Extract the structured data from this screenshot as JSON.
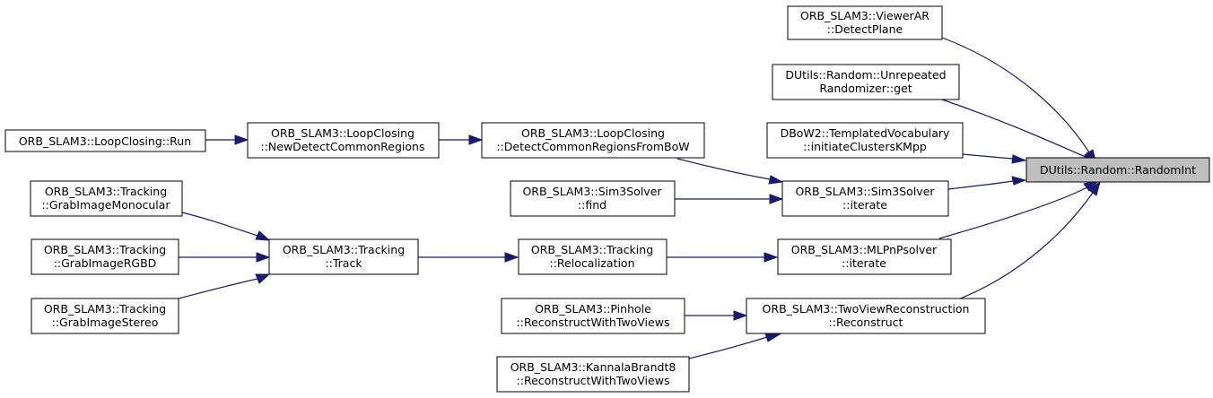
{
  "graph": {
    "nodes": {
      "random_int": {
        "lines": [
          "DUtils::Random::RandomInt"
        ]
      },
      "viewer_ar": {
        "lines": [
          "ORB_SLAM3::ViewerAR",
          "::DetectPlane"
        ]
      },
      "unrepeated_get": {
        "lines": [
          "DUtils::Random::Unrepeated",
          "Randomizer::get"
        ]
      },
      "templated_vocab": {
        "lines": [
          "DBoW2::TemplatedVocabulary",
          "::initiateClustersKMpp"
        ]
      },
      "sim3_iterate": {
        "lines": [
          "ORB_SLAM3::Sim3Solver",
          "::iterate"
        ]
      },
      "mlpnp_iterate": {
        "lines": [
          "ORB_SLAM3::MLPnPsolver",
          "::iterate"
        ]
      },
      "twoview_reconstruct": {
        "lines": [
          "ORB_SLAM3::TwoViewReconstruction",
          "::Reconstruct"
        ]
      },
      "detect_common_bow": {
        "lines": [
          "ORB_SLAM3::LoopClosing",
          "::DetectCommonRegionsFromBoW"
        ]
      },
      "sim3_find": {
        "lines": [
          "ORB_SLAM3::Sim3Solver",
          "::find"
        ]
      },
      "relocalization": {
        "lines": [
          "ORB_SLAM3::Tracking",
          "::Relocalization"
        ]
      },
      "pinhole_reconstruct": {
        "lines": [
          "ORB_SLAM3::Pinhole",
          "::ReconstructWithTwoViews"
        ]
      },
      "kannala_reconstruct": {
        "lines": [
          "ORB_SLAM3::KannalaBrandt8",
          "::ReconstructWithTwoViews"
        ]
      },
      "new_detect_common": {
        "lines": [
          "ORB_SLAM3::LoopClosing",
          "::NewDetectCommonRegions"
        ]
      },
      "tracking_track": {
        "lines": [
          "ORB_SLAM3::Tracking",
          "::Track"
        ]
      },
      "loopclosing_run": {
        "lines": [
          "ORB_SLAM3::LoopClosing::Run"
        ]
      },
      "grab_mono": {
        "lines": [
          "ORB_SLAM3::Tracking",
          "::GrabImageMonocular"
        ]
      },
      "grab_rgbd": {
        "lines": [
          "ORB_SLAM3::Tracking",
          "::GrabImageRGBD"
        ]
      },
      "grab_stereo": {
        "lines": [
          "ORB_SLAM3::Tracking",
          "::GrabImageStereo"
        ]
      }
    },
    "edges": [
      {
        "from": "viewer_ar",
        "to": "random_int"
      },
      {
        "from": "unrepeated_get",
        "to": "random_int"
      },
      {
        "from": "templated_vocab",
        "to": "random_int"
      },
      {
        "from": "sim3_iterate",
        "to": "random_int"
      },
      {
        "from": "mlpnp_iterate",
        "to": "random_int"
      },
      {
        "from": "twoview_reconstruct",
        "to": "random_int"
      },
      {
        "from": "detect_common_bow",
        "to": "sim3_iterate"
      },
      {
        "from": "sim3_find",
        "to": "sim3_iterate"
      },
      {
        "from": "relocalization",
        "to": "mlpnp_iterate"
      },
      {
        "from": "pinhole_reconstruct",
        "to": "twoview_reconstruct"
      },
      {
        "from": "kannala_reconstruct",
        "to": "twoview_reconstruct"
      },
      {
        "from": "new_detect_common",
        "to": "detect_common_bow"
      },
      {
        "from": "tracking_track",
        "to": "relocalization"
      },
      {
        "from": "loopclosing_run",
        "to": "new_detect_common"
      },
      {
        "from": "grab_mono",
        "to": "tracking_track"
      },
      {
        "from": "grab_rgbd",
        "to": "tracking_track"
      },
      {
        "from": "grab_stereo",
        "to": "tracking_track"
      }
    ],
    "colors": {
      "edge": "#191970",
      "target_fill": "#bfbfbf",
      "node_fill": "#ffffff",
      "node_border": "#000000"
    }
  }
}
